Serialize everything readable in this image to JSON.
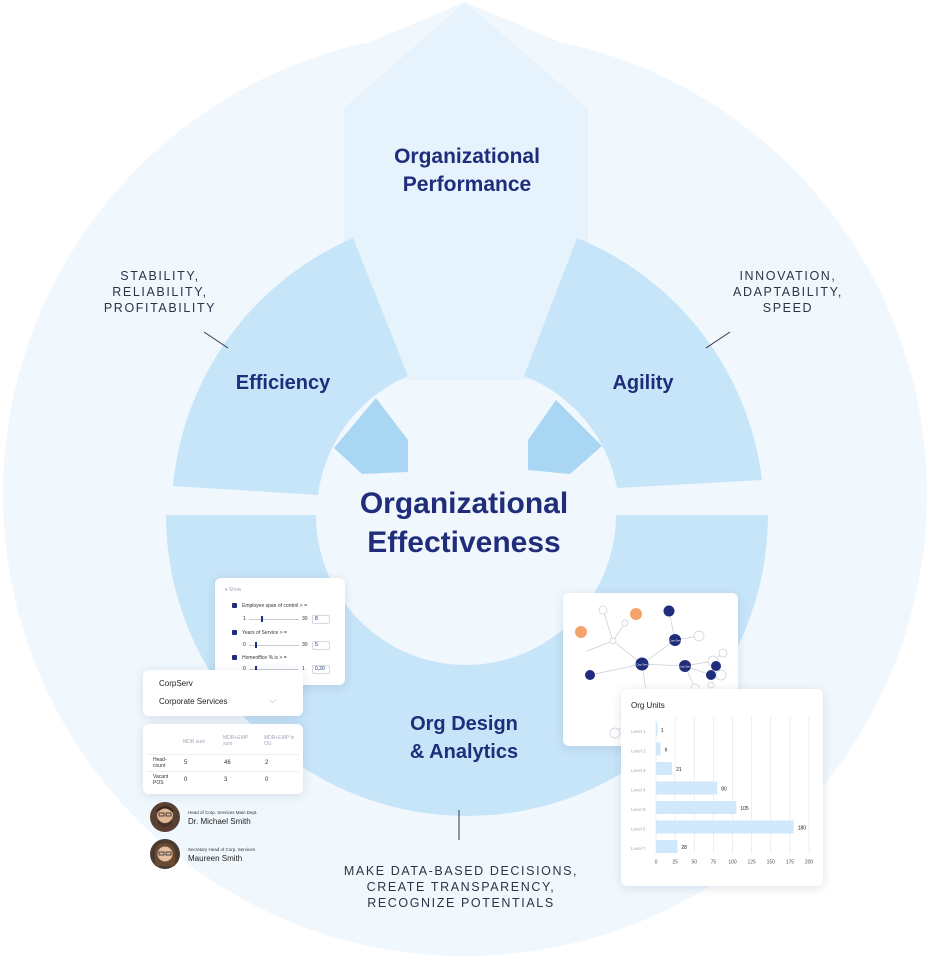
{
  "center_title": {
    "line1": "Organizational",
    "line2": "Effectiveness"
  },
  "top_title": {
    "line1": "Organizational",
    "line2": "Performance"
  },
  "left_segment": {
    "label": "Efficiency"
  },
  "right_segment": {
    "label": "Agility"
  },
  "bottom_segment": {
    "line1": "Org Design",
    "line2": "& Analytics"
  },
  "left_caption": {
    "line1": "STABILITY,",
    "line2": "RELIABILITY,",
    "line3": "PROFITABILITY"
  },
  "right_caption": {
    "line1": "INNOVATION,",
    "line2": "ADAPTABILITY,",
    "line3": "SPEED"
  },
  "bottom_caption": {
    "line1": "MAKE DATA-BASED DECISIONS,",
    "line2": "CREATE TRANSPARENCY,",
    "line3": "RECOGNIZE POTENTIALS"
  },
  "colors": {
    "navy": "#1f2d7a",
    "segment": "#c7e5f8",
    "segment_dark": "#a9d6f2",
    "halo": "#eef7fd",
    "orange": "#f4a36b",
    "bar": "#cfe8fb"
  },
  "filter_card": {
    "header": "Show",
    "rows": [
      {
        "label": "Employee span of control > =",
        "min": "1",
        "max": "30",
        "value": "8"
      },
      {
        "label": "Years of Service > =",
        "min": "0",
        "max": "30",
        "value": "5"
      },
      {
        "label": "Homeoffice % is > =",
        "min": "0",
        "max": "1",
        "value": "0,20"
      }
    ]
  },
  "corp_card": {
    "title": "CorpServ",
    "dropdown": "Corporate Services",
    "chevron": "chevron-down-icon"
  },
  "stats_table": {
    "columns": [
      "",
      "MDR sum",
      "MDR+EMP sum",
      "MDR+EMP in OU"
    ],
    "rows": [
      {
        "label": "Head-count",
        "values": [
          "5",
          "46",
          "2"
        ]
      },
      {
        "label": "Vacant POS",
        "values": [
          "0",
          "3",
          "0"
        ]
      }
    ]
  },
  "people": [
    {
      "role": "Head of Corp. Services Main Dept.",
      "name": "Dr. Michael Smith"
    },
    {
      "role": "Secretary Head of Corp. Services",
      "name": "Maureen Smith"
    }
  ],
  "network_card": {
    "node_labels": [
      "Corp Serv",
      "Corp Serv",
      "Corp Serv"
    ]
  },
  "chart_data": {
    "type": "bar",
    "orientation": "horizontal",
    "title": "Org Units",
    "categories": [
      "Level 1",
      "Level 2",
      "Level 3",
      "Level 4",
      "Level 5",
      "Level 6",
      "Level 7"
    ],
    "values": [
      1,
      6,
      21,
      80,
      105,
      180,
      28
    ],
    "xlim": [
      0,
      200
    ],
    "xticks": [
      "0",
      "25",
      "50",
      "75",
      "100",
      "125",
      "150",
      "175",
      "200"
    ],
    "grid": true
  }
}
